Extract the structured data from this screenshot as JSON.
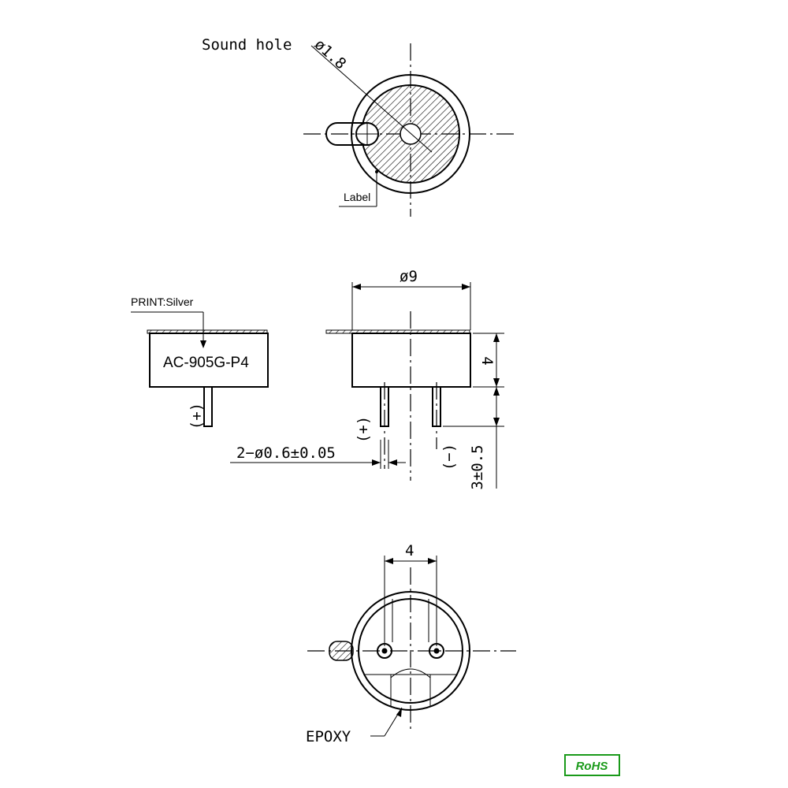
{
  "top_view": {
    "sound_hole_label": "Sound hole",
    "sound_hole_dim": "ø1.8",
    "label_callout": "Label"
  },
  "side_view": {
    "print_label": "PRINT:Silver",
    "model_text": "AC-905G-P4",
    "plus_left": "(+)",
    "plus_center": "(+)",
    "minus": "(−)",
    "diameter": "ø9",
    "height": "4",
    "pin_dim": "2−ø0.6±0.05",
    "pin_length": "3±0.5"
  },
  "bottom_view": {
    "pin_spacing": "4",
    "epoxy_label": "EPOXY"
  },
  "badge": {
    "rohs": "RoHS",
    "color": "#1a9a1a"
  }
}
